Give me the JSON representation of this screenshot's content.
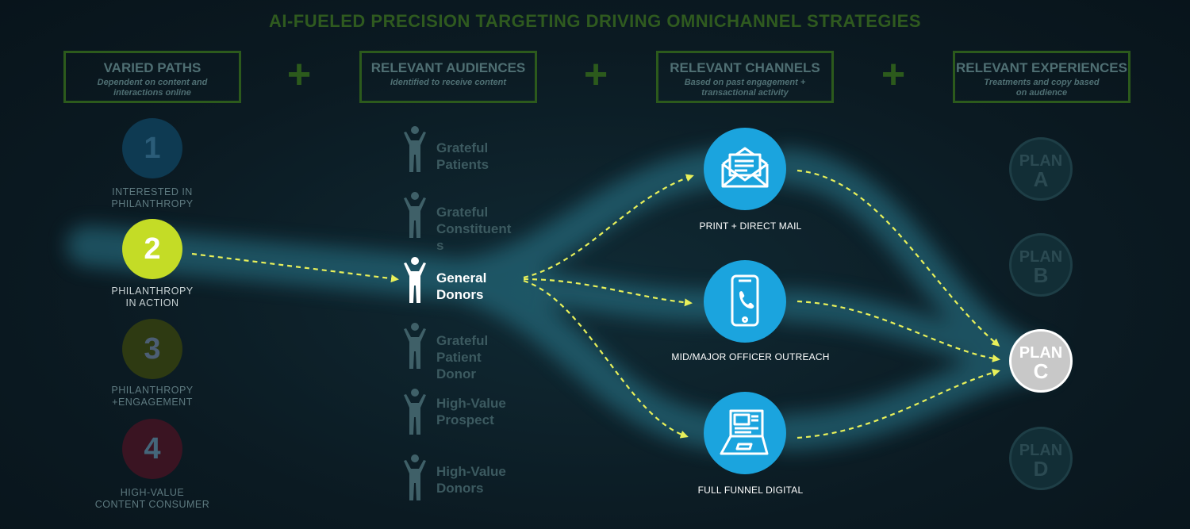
{
  "title": "AI-FUELED PRECISION TARGETING DRIVING OMNICHANNEL STRATEGIES",
  "headers": [
    {
      "title": "VARIED PATHS",
      "subtitle": "Dependent on content and\ninteractions online"
    },
    {
      "title": "RELEVANT AUDIENCES",
      "subtitle": "Identified to receive content"
    },
    {
      "title": "RELEVANT CHANNELS",
      "subtitle": "Based on past engagement +\ntransactional activity"
    },
    {
      "title": "RELEVANT EXPERIENCES",
      "subtitle": "Treatments and copy based\non audience"
    }
  ],
  "plus_symbol": "+",
  "paths": [
    {
      "number": "1",
      "label": "INTERESTED IN\nPHILANTHROPY",
      "color": "#0e3a52",
      "text_color": "#2b5c78"
    },
    {
      "number": "2",
      "label": "PHILANTHROPY\nIN ACTION",
      "color": "#c4dc26",
      "text_color": "#ffffff",
      "active": true
    },
    {
      "number": "3",
      "label": "PHILANTHROPY\n+ENGAGEMENT",
      "color": "#2e3a12",
      "text_color": "#4c5e74"
    },
    {
      "number": "4",
      "label": "HIGH-VALUE\nCONTENT CONSUMER",
      "color": "#3a1422",
      "text_color": "#44667a"
    }
  ],
  "audiences": [
    {
      "label": "Grateful\nPatients",
      "icon": "person-icon"
    },
    {
      "label": "Grateful\nConstituent\ns",
      "icon": "person-icon"
    },
    {
      "label": "General\nDonors",
      "icon": "person-arms-up-icon",
      "active": true
    },
    {
      "label": "Grateful\nPatient\nDonor",
      "icon": "person-icon"
    },
    {
      "label": "High-Value\nProspect",
      "icon": "person-icon"
    },
    {
      "label": "High-Value\nDonors",
      "icon": "person-icon"
    }
  ],
  "channels": [
    {
      "label": "PRINT + DIRECT MAIL",
      "icon": "envelope-icon"
    },
    {
      "label": "MID/MAJOR OFFICER OUTREACH",
      "icon": "mobile-phone-icon"
    },
    {
      "label": "FULL FUNNEL DIGITAL",
      "icon": "laptop-icon"
    }
  ],
  "plans": [
    {
      "word": "PLAN",
      "letter": "A"
    },
    {
      "word": "PLAN",
      "letter": "B"
    },
    {
      "word": "PLAN",
      "letter": "C",
      "active": true
    },
    {
      "word": "PLAN",
      "letter": "D"
    }
  ],
  "colors": {
    "accent_green": "#2c5a1c",
    "channel_blue": "#1ba4de",
    "arrow_yellow": "#e8f05a",
    "background": "#0b1a22"
  }
}
